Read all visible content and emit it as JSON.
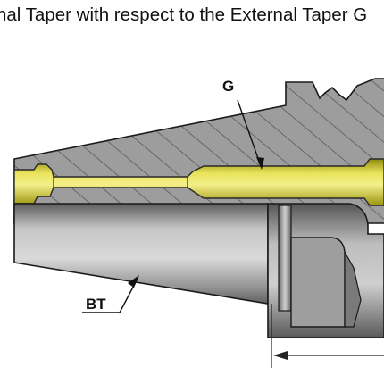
{
  "header": {
    "title": "nal Taper with respect to the External Taper G"
  },
  "diagram": {
    "labels": {
      "g": "G",
      "bt": "BT"
    },
    "colors": {
      "body_fill": "#9a9a9a",
      "body_dark": "#5a5a5a",
      "hatch": "#4e4e4e",
      "groove": "#d4cf0a",
      "outline": "#1a1a1a",
      "shank_light": "#d8d8d8",
      "shank_dark": "#5e5e5e"
    }
  }
}
